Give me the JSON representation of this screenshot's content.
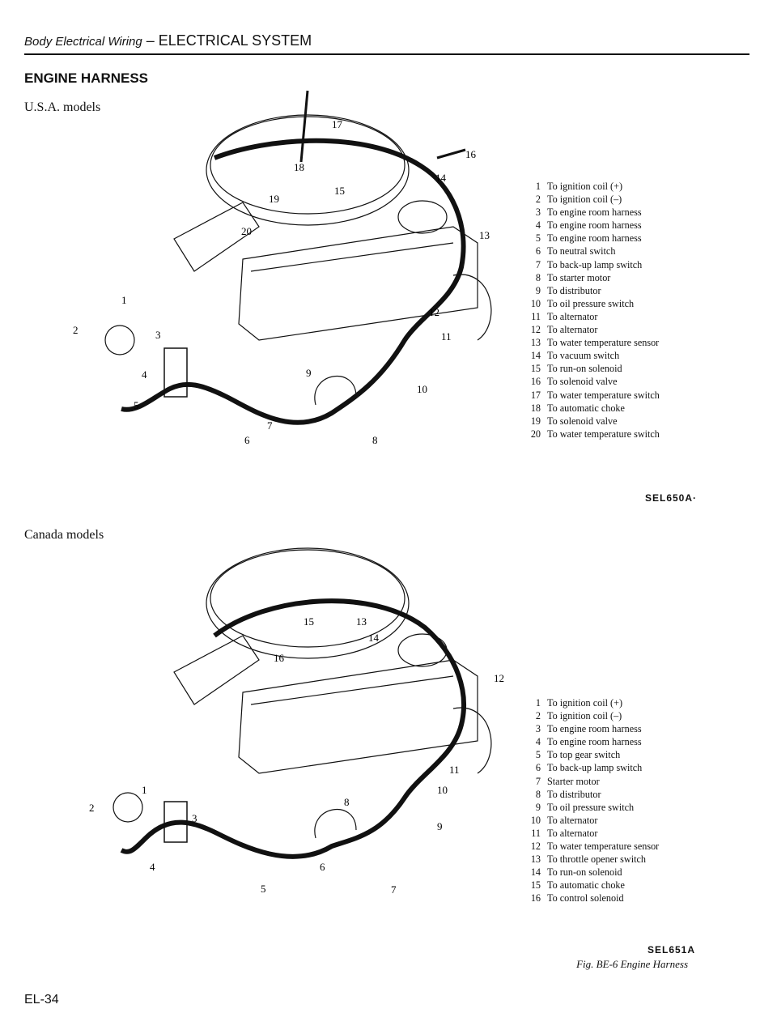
{
  "header": {
    "section_italic": "Body Electrical Wiring",
    "separator": " – ",
    "section_caps": "ELECTRICAL SYSTEM"
  },
  "title": "ENGINE HARNESS",
  "usa": {
    "label": "U.S.A. models",
    "code": "SEL650A·",
    "legend": [
      {
        "n": "1",
        "t": "To ignition coil (+)"
      },
      {
        "n": "2",
        "t": "To ignition coil (–)"
      },
      {
        "n": "3",
        "t": "To engine room harness"
      },
      {
        "n": "4",
        "t": "To engine room harness"
      },
      {
        "n": "5",
        "t": "To engine room harness"
      },
      {
        "n": "6",
        "t": "To neutral switch"
      },
      {
        "n": "7",
        "t": "To back-up lamp switch"
      },
      {
        "n": "8",
        "t": "To starter motor"
      },
      {
        "n": "9",
        "t": "To distributor"
      },
      {
        "n": "10",
        "t": "To oil pressure switch"
      },
      {
        "n": "11",
        "t": "To alternator"
      },
      {
        "n": "12",
        "t": "To alternator"
      },
      {
        "n": "13",
        "t": "To water temperature sensor"
      },
      {
        "n": "14",
        "t": "To vacuum switch"
      },
      {
        "n": "15",
        "t": "To run-on solenoid"
      },
      {
        "n": "16",
        "t": "To solenoid valve"
      },
      {
        "n": "17",
        "t": "To water temperature switch"
      },
      {
        "n": "18",
        "t": "To automatic choke"
      },
      {
        "n": "19",
        "t": "To solenoid valve"
      },
      {
        "n": "20",
        "t": "To water temperature switch"
      }
    ],
    "callouts": [
      "1",
      "2",
      "3",
      "4",
      "5",
      "6",
      "7",
      "8",
      "9",
      "10",
      "11",
      "12",
      "13",
      "14",
      "15",
      "16",
      "17",
      "18",
      "19",
      "20"
    ]
  },
  "canada": {
    "label": "Canada models",
    "code": "SEL651A",
    "legend": [
      {
        "n": "1",
        "t": "To ignition coil (+)"
      },
      {
        "n": "2",
        "t": "To ignition coil (–)"
      },
      {
        "n": "3",
        "t": "To engine room harness"
      },
      {
        "n": "4",
        "t": "To engine room harness"
      },
      {
        "n": "5",
        "t": "To top gear switch"
      },
      {
        "n": "6",
        "t": "To back-up lamp switch"
      },
      {
        "n": "7",
        "t": "Starter motor"
      },
      {
        "n": "8",
        "t": "To distributor"
      },
      {
        "n": "9",
        "t": "To oil pressure switch"
      },
      {
        "n": "10",
        "t": "To alternator"
      },
      {
        "n": "11",
        "t": "To alternator"
      },
      {
        "n": "12",
        "t": "To water temperature sensor"
      },
      {
        "n": "13",
        "t": "To throttle opener switch"
      },
      {
        "n": "14",
        "t": "To run-on solenoid"
      },
      {
        "n": "15",
        "t": "To automatic choke"
      },
      {
        "n": "16",
        "t": "To control solenoid"
      }
    ],
    "callouts": [
      "1",
      "2",
      "3",
      "4",
      "5",
      "6",
      "7",
      "8",
      "9",
      "10",
      "11",
      "12",
      "13",
      "14",
      "15",
      "16"
    ]
  },
  "figure_caption": "Fig. BE-6  Engine Harness",
  "page_number": "EL-34"
}
